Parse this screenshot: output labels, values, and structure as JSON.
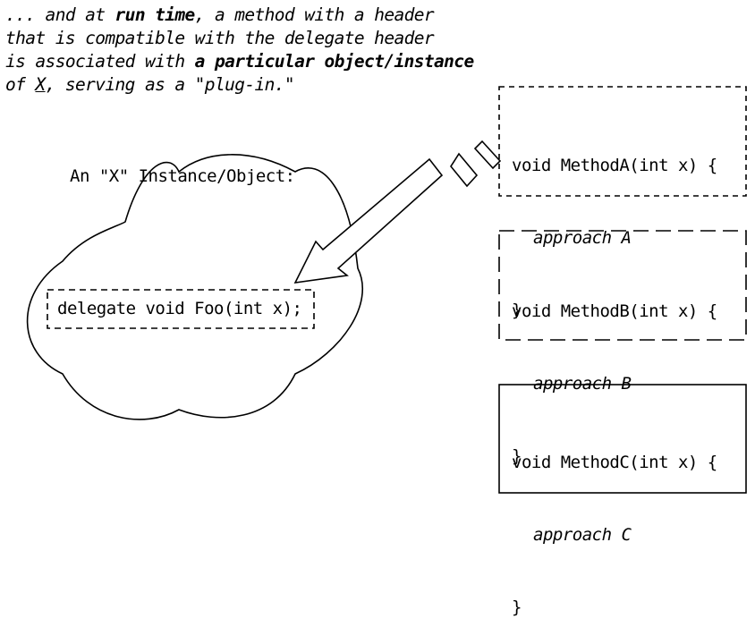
{
  "caption": {
    "line1_pre": "... and at ",
    "line1_bold": "run time",
    "line1_post": ", a method with a header",
    "line2": "that is compatible with the delegate header",
    "line3_pre": "is associated with ",
    "line3_bold": "a particular object/instance",
    "line4_pre": "of ",
    "line4_underlined": "X",
    "line4_post": ", serving as a \"plug-in.\""
  },
  "instance_label": "An \"X\" Instance/Object:",
  "delegate_declaration": "delegate void Foo(int x);",
  "methods": [
    {
      "signature": "void MethodA(int x) {",
      "body": "approach A",
      "close": "}",
      "border": "short-dash"
    },
    {
      "signature": "void MethodB(int x) {",
      "body": "approach B",
      "close": "}",
      "border": "long-dash"
    },
    {
      "signature": "void MethodC(int x) {",
      "body": "approach C",
      "close": "}",
      "border": "solid"
    }
  ],
  "arrow": {
    "from": "MethodA",
    "to": "delegate"
  }
}
